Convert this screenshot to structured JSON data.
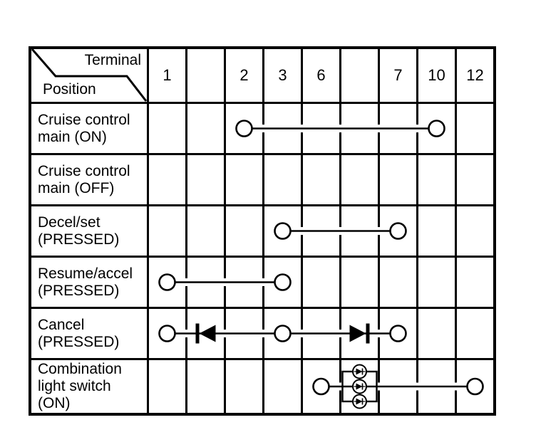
{
  "colors": {
    "line": "#000000",
    "background": "#ffffff"
  },
  "table": {
    "corner": {
      "top_label": "Terminal",
      "bottom_label": "Position"
    },
    "terminals": [
      "1",
      "",
      "2",
      "3",
      "6",
      "",
      "7",
      "10",
      "12"
    ],
    "rows": [
      {
        "label": "Cruise control\nmain (ON)"
      },
      {
        "label": "Cruise control\nmain (OFF)"
      },
      {
        "label": "Decel/set\n(PRESSED)"
      },
      {
        "label": "Resume/accel\n(PRESSED)"
      },
      {
        "label": "Cancel\n(PRESSED)"
      },
      {
        "label": "Combination\nlight switch\n(ON)"
      }
    ],
    "connections": [
      {
        "row": 0,
        "line": [
          2,
          7
        ],
        "circles": [
          2,
          7
        ],
        "symbols": []
      },
      {
        "row": 2,
        "line": [
          3,
          6
        ],
        "circles": [
          3,
          6
        ],
        "symbols": []
      },
      {
        "row": 3,
        "line": [
          0,
          3
        ],
        "circles": [
          0,
          3
        ],
        "symbols": []
      },
      {
        "row": 4,
        "line": [
          0,
          6
        ],
        "circles": [
          0,
          3,
          6
        ],
        "symbols": [
          {
            "type": "diode-left",
            "col": 1
          },
          {
            "type": "diode-right",
            "col": 5
          }
        ]
      },
      {
        "row": 5,
        "line": [
          4,
          8
        ],
        "circles": [
          4,
          8
        ],
        "symbols": [
          {
            "type": "lamp-bank",
            "col": 5,
            "lamp_count": 3
          }
        ]
      }
    ]
  }
}
